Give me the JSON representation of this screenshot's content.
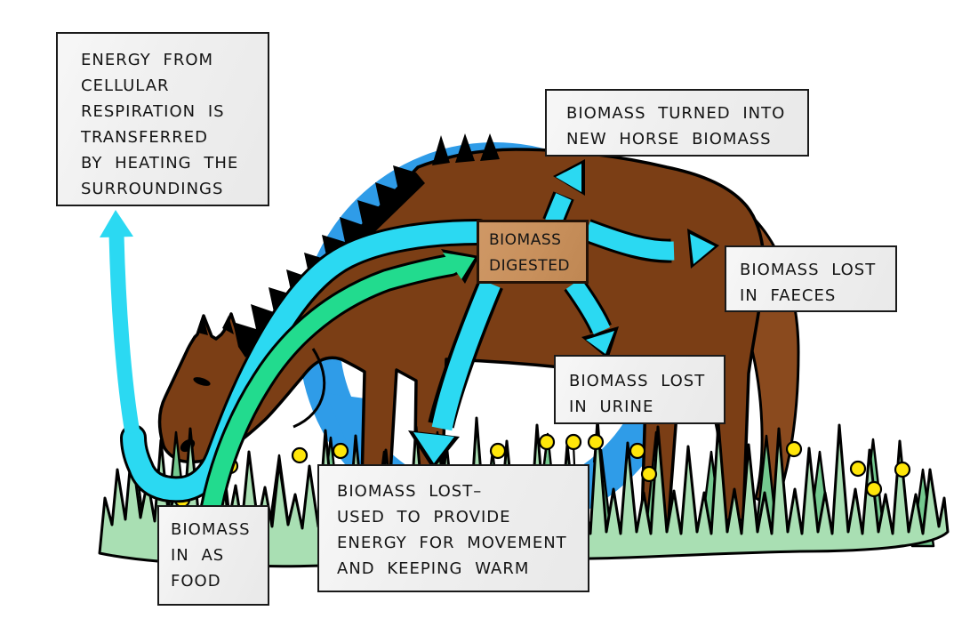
{
  "boxes": {
    "energy": {
      "lines": [
        "ENERGY FROM",
        "CELLULAR",
        "RESPIRATION IS",
        "TRANSFERRED",
        "BY HEATING THE",
        "SURROUNDINGS"
      ]
    },
    "new_biomass": {
      "lines": [
        "BIOMASS TURNED INTO",
        "NEW HORSE BIOMASS"
      ]
    },
    "digested": {
      "lines": [
        "BIOMASS",
        "DIGESTED"
      ]
    },
    "faeces": {
      "lines": [
        "BIOMASS LOST",
        "IN FAECES"
      ]
    },
    "urine": {
      "lines": [
        "BIOMASS LOST",
        "IN URINE"
      ]
    },
    "movement": {
      "lines": [
        "BIOMASS LOST–",
        "USED TO PROVIDE",
        "ENERGY FOR MOVEMENT",
        "AND KEEPING WARM"
      ]
    },
    "food": {
      "lines": [
        "BIOMASS",
        "IN AS",
        "FOOD"
      ]
    }
  },
  "colors": {
    "cyan": "#2BD9F2",
    "green": "#22DB8E",
    "blue": "#2F9CE8",
    "horse": "#7B3E15",
    "tail": "#8A4A1E",
    "tan_box": "#C8905C",
    "grass_light": "#A9DFB3",
    "grass_dark": "#74C98F",
    "flower": "#FFE60A",
    "box_bg": "#EFEFEF",
    "text": "#141414",
    "outline": "#000000"
  },
  "icons": {
    "arrows": [
      {
        "name": "arrow-grass-to-digested",
        "color_key": "cyan"
      },
      {
        "name": "arrow-heat-to-surroundings",
        "color_key": "cyan"
      },
      {
        "name": "arrow-food-to-digested",
        "color_key": "green"
      },
      {
        "name": "arrow-digested-to-new-biomass",
        "color_key": "cyan"
      },
      {
        "name": "arrow-digested-to-faeces",
        "color_key": "cyan"
      },
      {
        "name": "arrow-digested-to-urine",
        "color_key": "cyan"
      },
      {
        "name": "arrow-digested-to-movement",
        "color_key": "cyan"
      },
      {
        "name": "biomass-cycle-ring",
        "color_key": "blue"
      }
    ]
  }
}
